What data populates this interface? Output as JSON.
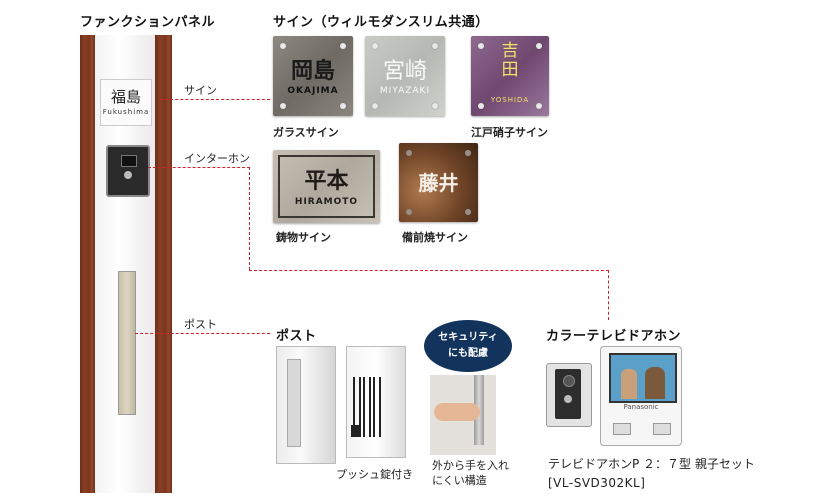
{
  "headers": {
    "function_panel": "ファンクションパネル",
    "sign_common": "サイン（ウィルモダンスリム共通）",
    "post": "ポスト",
    "intercom": "カラーテレビドアホン"
  },
  "connectors": {
    "sign": "サイン",
    "intercom": "インターホン",
    "post": "ポスト"
  },
  "panel_sign": {
    "name": "福島",
    "roman": "Fukushima"
  },
  "signs": [
    {
      "name": "岡島",
      "roman": "OKAJIMA",
      "caption": "ガラスサイン"
    },
    {
      "name": "宮崎",
      "roman": "MIYAZAKI",
      "caption": ""
    },
    {
      "name": "吉田",
      "roman": "YOSHIDA",
      "caption": "江戸硝子サイン"
    },
    {
      "name": "平本",
      "roman": "HIRAMOTO",
      "caption": "鋳物サイン"
    },
    {
      "name": "藤井",
      "roman": "",
      "caption": "備前焼サイン"
    }
  ],
  "post_section": {
    "bubble": "セキュリティにも配慮",
    "push_lock": "プッシュ錠付き",
    "hand_caption": "外から手を入れにくい構造"
  },
  "intercom_section": {
    "product_line": "テレビドアホンP ２：７型 親子セット",
    "model": "[VL-SVD302KL]",
    "brand": "Panasonic"
  }
}
